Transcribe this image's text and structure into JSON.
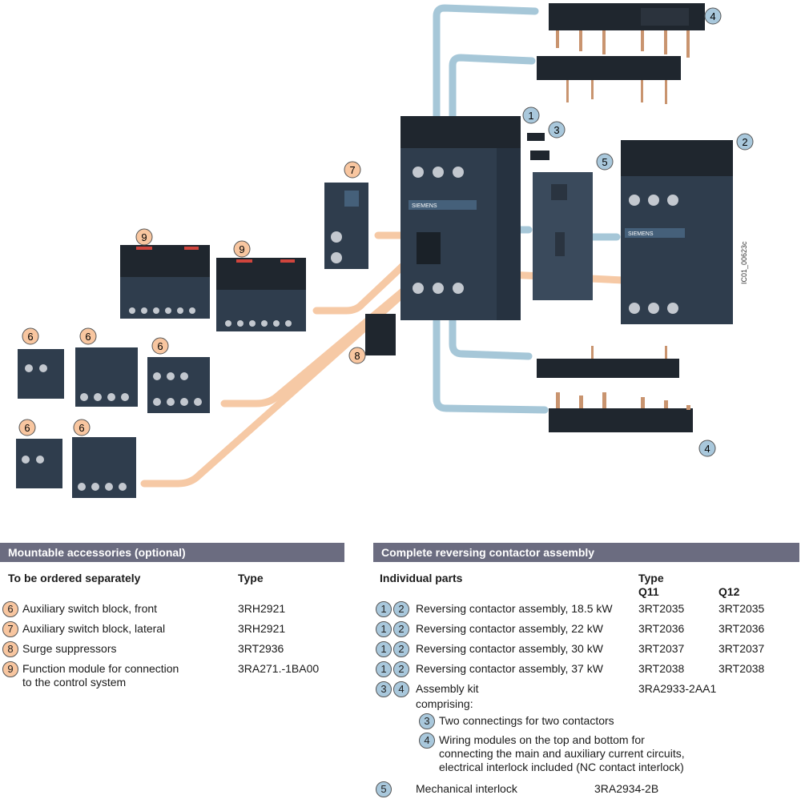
{
  "diagram": {
    "image_code": "IC01_00623c",
    "contactor_brand": "SIEMENS",
    "callouts": [
      {
        "id": "c1",
        "text": "1"
      },
      {
        "id": "c2",
        "text": "2"
      },
      {
        "id": "c3",
        "text": "3"
      },
      {
        "id": "c4a",
        "text": "4"
      },
      {
        "id": "c4b",
        "text": "4"
      },
      {
        "id": "c5",
        "text": "5"
      },
      {
        "id": "c6a",
        "text": "6"
      },
      {
        "id": "c6b",
        "text": "6"
      },
      {
        "id": "c6c",
        "text": "6"
      },
      {
        "id": "c6d",
        "text": "6"
      },
      {
        "id": "c6e",
        "text": "6"
      },
      {
        "id": "c7",
        "text": "7"
      },
      {
        "id": "c8",
        "text": "8"
      },
      {
        "id": "c9a",
        "text": "9"
      },
      {
        "id": "c9b",
        "text": "9"
      }
    ],
    "colors": {
      "callout_orange": "#f8c6a0",
      "callout_blue": "#a9c8dc",
      "leader_orange": "#f6c9a5",
      "leader_blue": "#a6c7d8",
      "device_body": "#2f3d4d",
      "device_dark": "#1f262e",
      "header_bg": "#6b6c80"
    }
  },
  "left_panel": {
    "title": "Mountable accessories (optional)",
    "col_item": "To be ordered separately",
    "col_type": "Type",
    "rows": [
      {
        "num": "6",
        "desc": "Auxiliary switch block, front",
        "desc2": "",
        "type": "3RH2921"
      },
      {
        "num": "7",
        "desc": "Auxiliary switch block, lateral",
        "desc2": "",
        "type": "3RH2921"
      },
      {
        "num": "8",
        "desc": "Surge suppressors",
        "desc2": "",
        "type": "3RT2936"
      },
      {
        "num": "9",
        "desc": "Function module for connection",
        "desc2": "to the control system",
        "type": "3RA271.-1BA00"
      }
    ]
  },
  "right_panel": {
    "title": "Complete reversing contactor assembly",
    "col_item": "Individual parts",
    "col_type": "Type",
    "col_q11": "Q11",
    "col_q12": "Q12",
    "rows": [
      {
        "n1": "1",
        "n2": "2",
        "desc": "Reversing contactor assembly, 18.5 kW",
        "q11": "3RT2035",
        "q12": "3RT2035"
      },
      {
        "n1": "1",
        "n2": "2",
        "desc": "Reversing contactor assembly, 22 kW",
        "q11": "3RT2036",
        "q12": "3RT2036"
      },
      {
        "n1": "1",
        "n2": "2",
        "desc": "Reversing contactor assembly, 30 kW",
        "q11": "3RT2037",
        "q12": "3RT2037"
      },
      {
        "n1": "1",
        "n2": "2",
        "desc": "Reversing contactor assembly, 37 kW",
        "q11": "3RT2038",
        "q12": "3RT2038"
      }
    ],
    "kit": {
      "n1": "3",
      "n2": "4",
      "desc": "Assembly kit",
      "desc2": "comprising:",
      "type": "3RA2933-2AA1",
      "sub": [
        {
          "num": "3",
          "lines": [
            "Two connectings for two contactors"
          ]
        },
        {
          "num": "4",
          "lines": [
            "Wiring modules on the top and bottom for",
            "connecting the main and auxiliary current circuits,",
            "electrical interlock included (NC contact interlock)"
          ]
        }
      ]
    },
    "interlock": {
      "num": "5",
      "desc": "Mechanical interlock",
      "type": "3RA2934-2B"
    }
  }
}
